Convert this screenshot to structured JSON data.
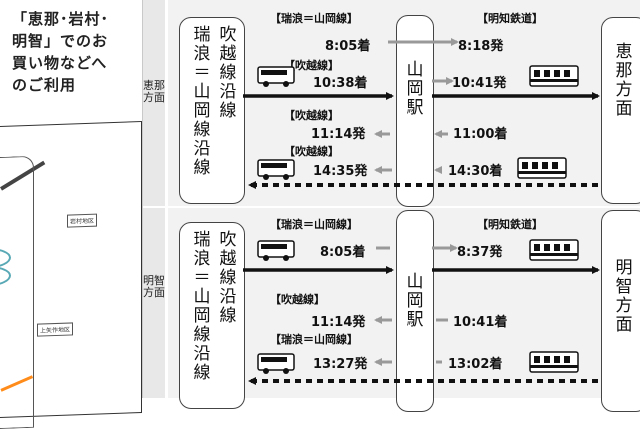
{
  "intro": {
    "text": "「恵那･岩村･\n明智」でのお\n買い物などへ\nのご利用"
  },
  "map": {
    "labels": [
      "岩村地区",
      "上矢作地区"
    ]
  },
  "sections": [
    {
      "side": "恵那方面",
      "left_box": [
        "吹越線沿線",
        "瑞浪＝山岡線沿線"
      ],
      "station": "山岡駅",
      "destination": "恵那方面",
      "header_left": "【瑞浪＝山岡線】",
      "header_right": "【明知鉄道】",
      "rows": [
        {
          "label": "",
          "time_left": "8:05着",
          "time_right": "8:18発"
        },
        {
          "label": "【吹越線】",
          "time_left": "10:38着",
          "time_right": "10:41発"
        },
        {
          "label": "【吹越線】",
          "time_left": "11:14発",
          "time_right": "11:00着"
        },
        {
          "label": "【吹越線】",
          "time_left": "14:35発",
          "time_right": "14:30着"
        }
      ]
    },
    {
      "side": "明智方面",
      "left_box": [
        "吹越線沿線",
        "瑞浪＝山岡線沿線"
      ],
      "station": "山岡駅",
      "destination": "明智方面",
      "header_left": "【瑞浪＝山岡線】",
      "header_right": "【明知鉄道】",
      "rows": [
        {
          "label": "",
          "time_left": "8:05着",
          "time_right": "8:37発"
        },
        {
          "label": "【吹越線】",
          "time_left": "11:14発",
          "time_right": "10:41着"
        },
        {
          "label": "【瑞浪＝山岡線】",
          "time_left": "13:27発",
          "time_right": "13:02着"
        }
      ]
    }
  ],
  "colors": {
    "panel": "#f2f2f2",
    "band": "#e8e8e8",
    "arrow_dark": "#111111",
    "arrow_grey": "#999999",
    "map_loop": "#58a9b5",
    "map_route": "#ff8c1a"
  }
}
